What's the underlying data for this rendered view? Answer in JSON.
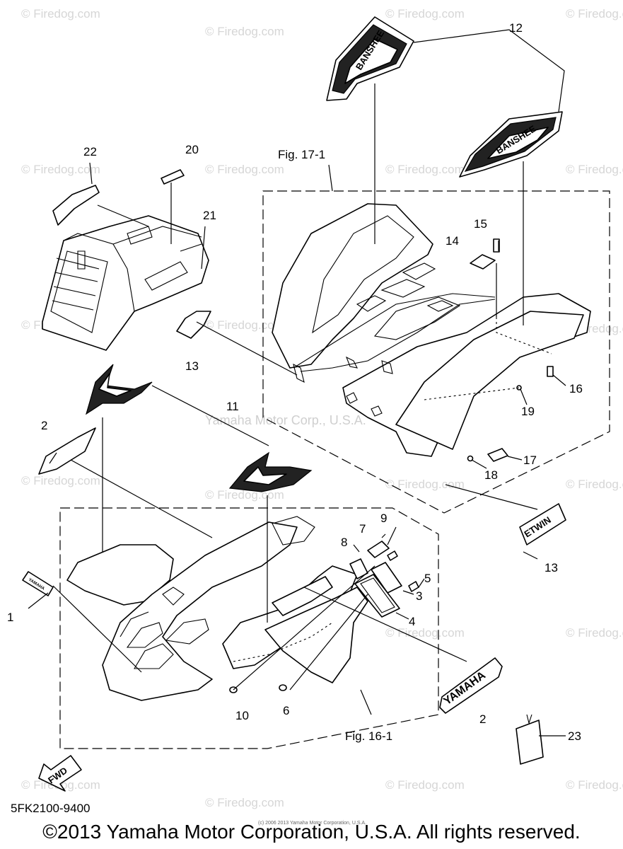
{
  "diagram": {
    "callouts": {
      "c1": "1",
      "c2a": "2",
      "c2b": "2",
      "c3": "3",
      "c4": "4",
      "c5": "5",
      "c6": "6",
      "c7": "7",
      "c8": "8",
      "c9": "9",
      "c10": "10",
      "c11": "11",
      "c12": "12",
      "c13a": "13",
      "c13b": "13",
      "c14": "14",
      "c15": "15",
      "c16": "16",
      "c17": "17",
      "c18": "18",
      "c19": "19",
      "c20": "20",
      "c21": "21",
      "c22": "22",
      "c23": "23"
    },
    "figure_refs": {
      "rear": "Fig. 17-1",
      "front": "Fig. 16-1"
    },
    "decal_text": {
      "banshee": "BANSHEE",
      "yamaha": "YAMAHA",
      "etwin": "ETWIN",
      "fwd": "FWD"
    },
    "part_number": "5FK2100-9400",
    "watermark": "© Firedog.com",
    "watermark_center": "Yamaha Motor Corp., U.S.A.",
    "copyright_small": "(c) 2006 2013 Yamaha Motor Corporation, U.S.A.",
    "copyright": "©2013 Yamaha Motor Corporation, U.S.A. All rights reserved."
  }
}
